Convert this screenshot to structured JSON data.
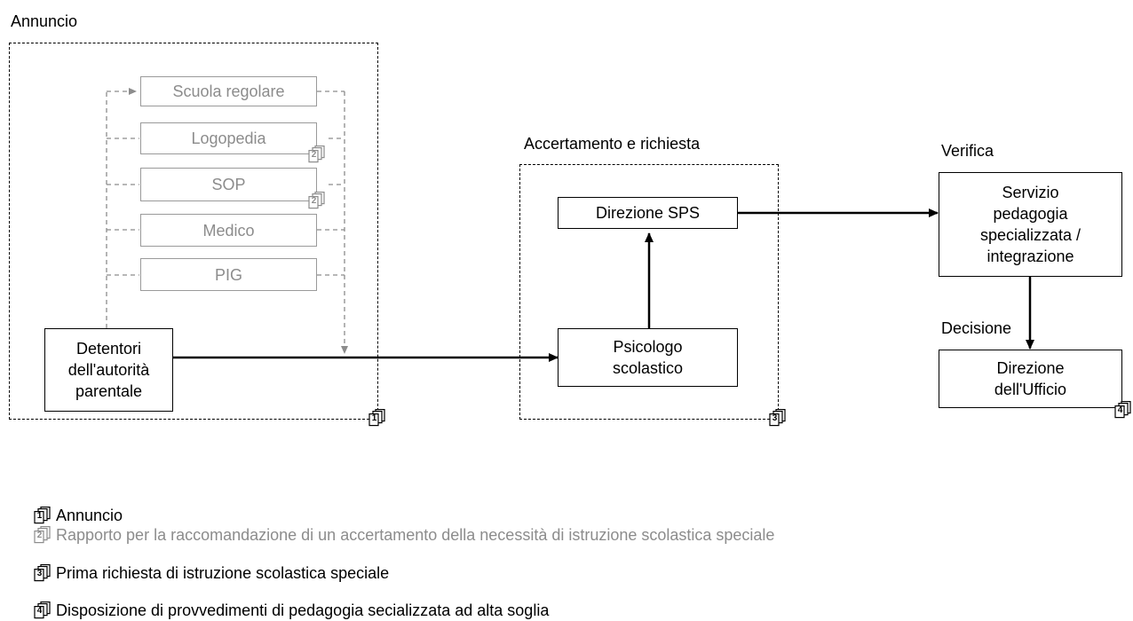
{
  "sections": {
    "annuncio": "Annuncio",
    "accertamento": "Accertamento e richiesta",
    "verifica": "Verifica",
    "decisione": "Decisione"
  },
  "nodes": {
    "scuola_regolare": "Scuola regolare",
    "logopedia": "Logopedia",
    "sop": "SOP",
    "medico": "Medico",
    "pig": "PIG",
    "detentori": "Detentori\ndell'autorità\nparentale",
    "psicologo": "Psicologo\nscolastico",
    "direzione_sps": "Direzione SPS",
    "servizio": "Servizio\npedagogia\nspecializzata /\nintegrazione",
    "direzione_ufficio": "Direzione\ndell'Ufficio"
  },
  "doc_badges": {
    "logopedia": "2",
    "sop": "2",
    "annuncio": "1",
    "accertamento": "3",
    "direzione_ufficio": "4"
  },
  "legend": [
    {
      "num": "1",
      "text": "Annuncio",
      "color": "#000000"
    },
    {
      "num": "2",
      "text": "Rapporto per la raccomandazione di un accertamento della necessità di istruzione scolastica speciale",
      "color": "#8c8c8c"
    },
    {
      "num": "3",
      "text": "Prima richiesta di istruzione scolastica speciale",
      "color": "#000000"
    },
    {
      "num": "4",
      "text": "Disposizione di provvedimenti di pedagogia secializzata ad alta soglia",
      "color": "#000000"
    }
  ],
  "colors": {
    "primary": "#000000",
    "secondary": "#8c8c8c"
  }
}
